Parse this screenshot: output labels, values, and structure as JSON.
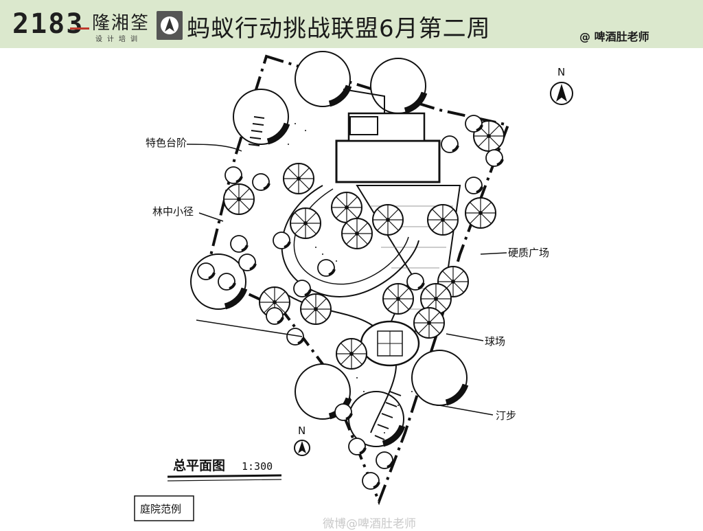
{
  "header": {
    "brand_number": "2183",
    "brand_name": "隆湘筌",
    "brand_subtitle": "设计培训",
    "title": "蚂蚁行动挑战联盟6月第二周",
    "author": "@ 啤酒肚老师"
  },
  "labels": {
    "feature_steps": "特色台阶",
    "forest_path": "林中小径",
    "hard_plaza": "硬质广场",
    "ball_court": "球场",
    "stepping_stones": "汀步",
    "north": "N",
    "plan_title": "总平面图",
    "scale": "1:300",
    "case_label": "庭院范例"
  },
  "watermark": "微博@啤酒肚老师",
  "colors": {
    "header_bg": "#dbe8cd",
    "ink": "#111111",
    "watermark": "#c9c9c9"
  }
}
